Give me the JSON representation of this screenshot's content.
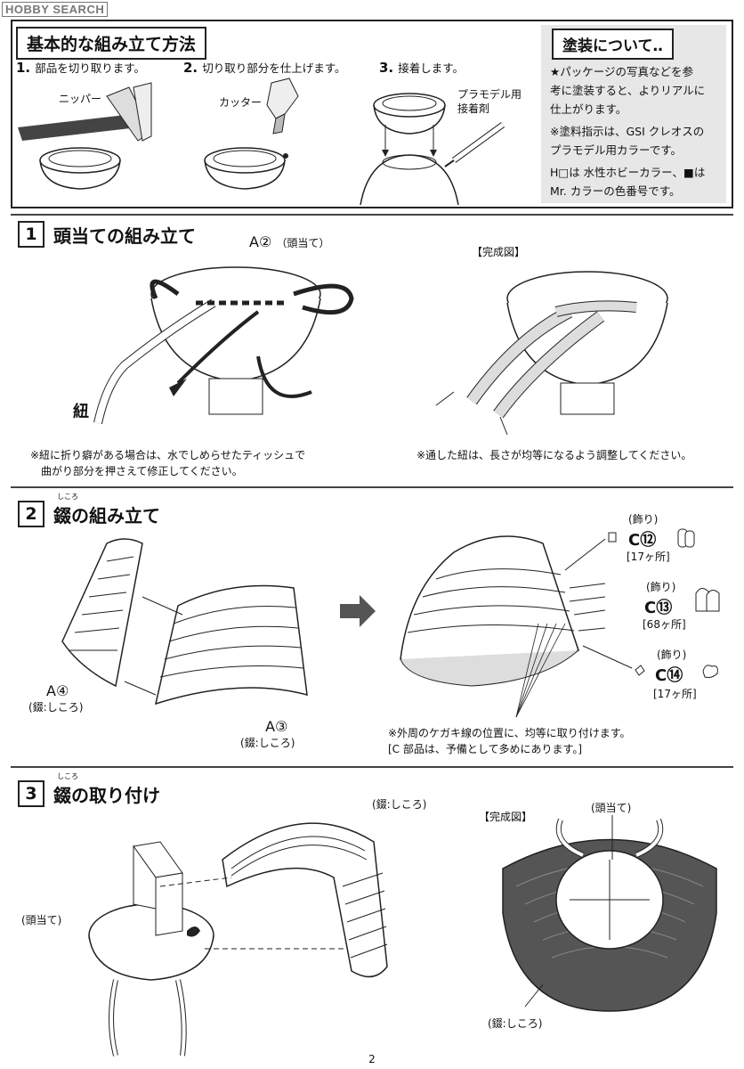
{
  "watermark": "HOBBY SEARCH",
  "basic": {
    "title": "基本的な組み立て方法",
    "steps": [
      {
        "num": "1.",
        "text": "部品を切り取ります。",
        "tool": "ニッパー"
      },
      {
        "num": "2.",
        "text": "切り取り部分を仕上げます。",
        "tool": "カッター"
      },
      {
        "num": "3.",
        "text": "接着します。",
        "tool": "プラモデル用\n接着剤"
      }
    ]
  },
  "paint": {
    "title": "塗装について‥",
    "lines": [
      "★パッケージの写真などを参",
      "考に塗装すると、よりリアルに",
      "仕上がります。",
      "※塗料指示は、GSI クレオスの",
      "プラモデル用カラーです。",
      "H□は 水性ホビーカラー、■は",
      "Mr. カラーの色番号です。"
    ]
  },
  "s1": {
    "num": "1",
    "title": "頭当ての組み立て",
    "part": "A②",
    "part_sub": "（頭当て）",
    "cord": "紐",
    "complete": "【完成図】",
    "note_left": [
      "※紐に折り癖がある場合は、水でしめらせたティッシュで",
      "曲がり部分を押さえて修正してください。"
    ],
    "note_right": "※通した紐は、長さが均等になるよう調整してください。"
  },
  "s2": {
    "num": "2",
    "ruby": "しころ",
    "title": "錣の組み立て",
    "part_a4": "A④",
    "part_a4_sub": "(錣:しころ)",
    "part_a3": "A③",
    "part_a3_sub": "(錣:しころ)",
    "deco": [
      {
        "label": "(飾り)",
        "part": "C⑫",
        "count": "[17ヶ所]"
      },
      {
        "label": "(飾り)",
        "part": "C⑬",
        "count": "[68ヶ所]"
      },
      {
        "label": "(飾り)",
        "part": "C⑭",
        "count": "[17ヶ所]"
      }
    ],
    "note": [
      "※外周のケガキ線の位置に、均等に取り付けます。",
      "[C 部品は、予備として多めにあります。]"
    ]
  },
  "s3": {
    "num": "3",
    "ruby": "しころ",
    "title": "錣の取り付け",
    "label_shikoro": "(錣:しころ)",
    "label_head": "(頭当て)",
    "complete": "【完成図】",
    "c_head": "(頭当て)",
    "c_shikoro": "(錣:しころ)"
  },
  "page_number": "2"
}
